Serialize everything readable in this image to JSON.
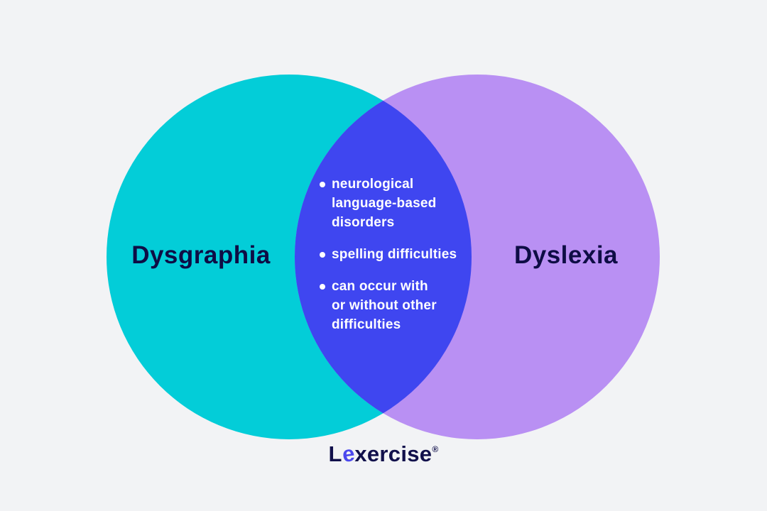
{
  "background_color": "#f2f3f5",
  "diagram": {
    "type": "venn",
    "left_circle": {
      "label": "Dysgraphia",
      "color": "#03cdd8"
    },
    "right_circle": {
      "label": "Dyslexia",
      "color": "#b990f3"
    },
    "overlap": {
      "color": "#3f46f0",
      "items": [
        "neurological\nlanguage-based\ndisorders",
        "spelling difficulties",
        "can occur with\nor without other\ndifficulties"
      ]
    },
    "label_color": "#0e0d45",
    "overlap_text_color": "#ffffff"
  },
  "logo": {
    "prefix": "L",
    "accent_letter": "e",
    "suffix": "xercise",
    "registered": "®",
    "accent_color": "#4b48ee",
    "text_color": "#11104b"
  }
}
